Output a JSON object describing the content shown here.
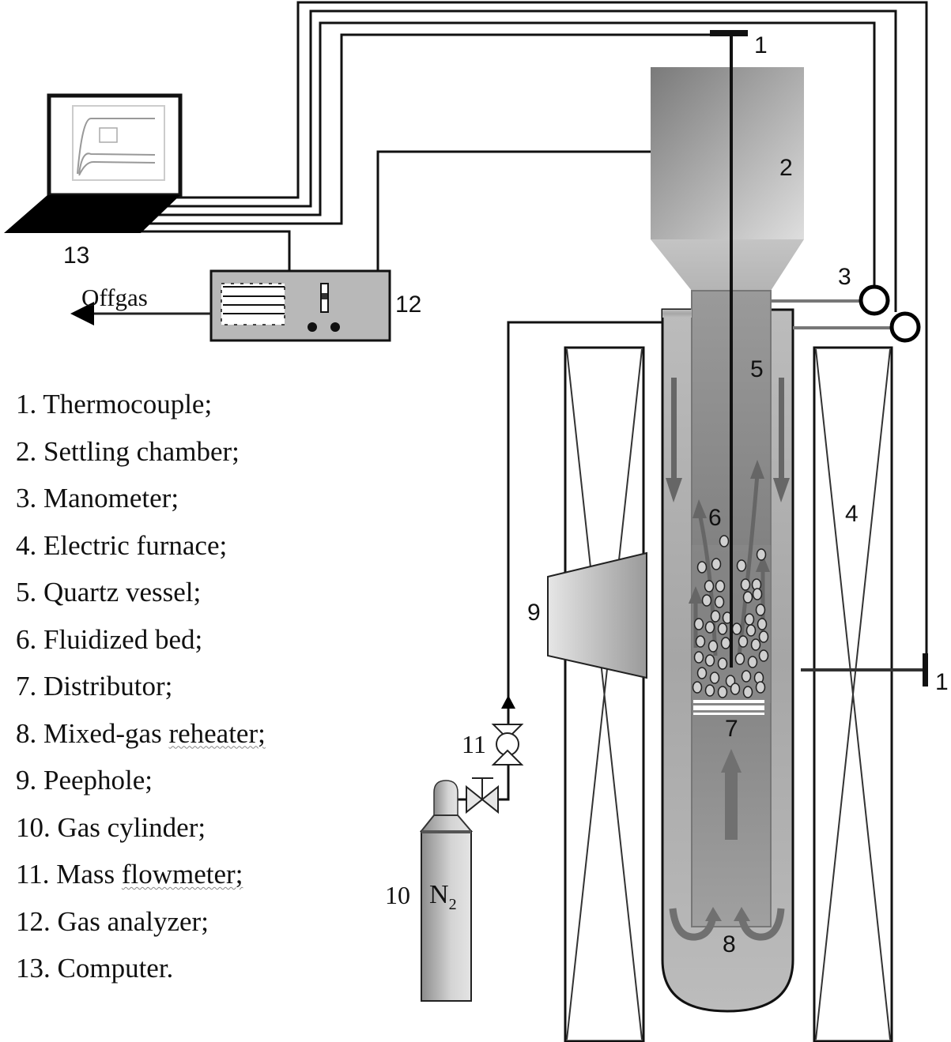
{
  "diagram": {
    "title": "Fluidized bed experimental apparatus schematic",
    "callouts": {
      "thermocouple_top": "1",
      "settling_chamber": "2",
      "manometer": "3",
      "electric_furnace": "4",
      "quartz_vessel": "5",
      "fluidized_bed": "6",
      "distributor": "7",
      "reheater": "8",
      "peephole": "9",
      "gas_cylinder": "10",
      "mass_flowmeter": "11",
      "gas_analyzer": "12",
      "computer": "13",
      "thermocouple_side": "1"
    },
    "offgas_label": "Offgas",
    "cylinder_gas": "N",
    "cylinder_gas_sub": "2"
  },
  "legend": {
    "items": [
      {
        "num": "1.",
        "text": "Thermocouple;"
      },
      {
        "num": "2.",
        "text": "Settling chamber;"
      },
      {
        "num": "3.",
        "text": "Manometer;"
      },
      {
        "num": "4.",
        "text": "Electric furnace;"
      },
      {
        "num": "5.",
        "text": "Quartz vessel;"
      },
      {
        "num": "6.",
        "text": "Fluidized bed;"
      },
      {
        "num": "7.",
        "text": "Distributor;"
      },
      {
        "num": "8.",
        "text": "Mixed-gas ",
        "wavy": "reheater;"
      },
      {
        "num": "9.",
        "text": "Peephole;"
      },
      {
        "num": "10.",
        "text": "Gas cylinder;"
      },
      {
        "num": "11.",
        "text": "Mass ",
        "wavy": "flowmeter;"
      },
      {
        "num": "12.",
        "text": "Gas analyzer;"
      },
      {
        "num": "13.",
        "text": "Computer."
      }
    ]
  }
}
